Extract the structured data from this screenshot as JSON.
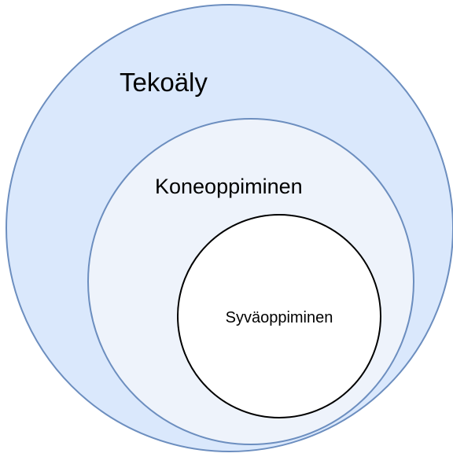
{
  "diagram": {
    "outer": {
      "label": "Tekoäly",
      "fill": "#dae8fc",
      "stroke": "#6c8ebf"
    },
    "middle": {
      "label": "Koneoppiminen",
      "fill": "#eef3fb",
      "stroke": "#6c8ebf"
    },
    "inner": {
      "label": "Syväoppiminen",
      "fill": "#ffffff",
      "stroke": "#000000"
    }
  }
}
